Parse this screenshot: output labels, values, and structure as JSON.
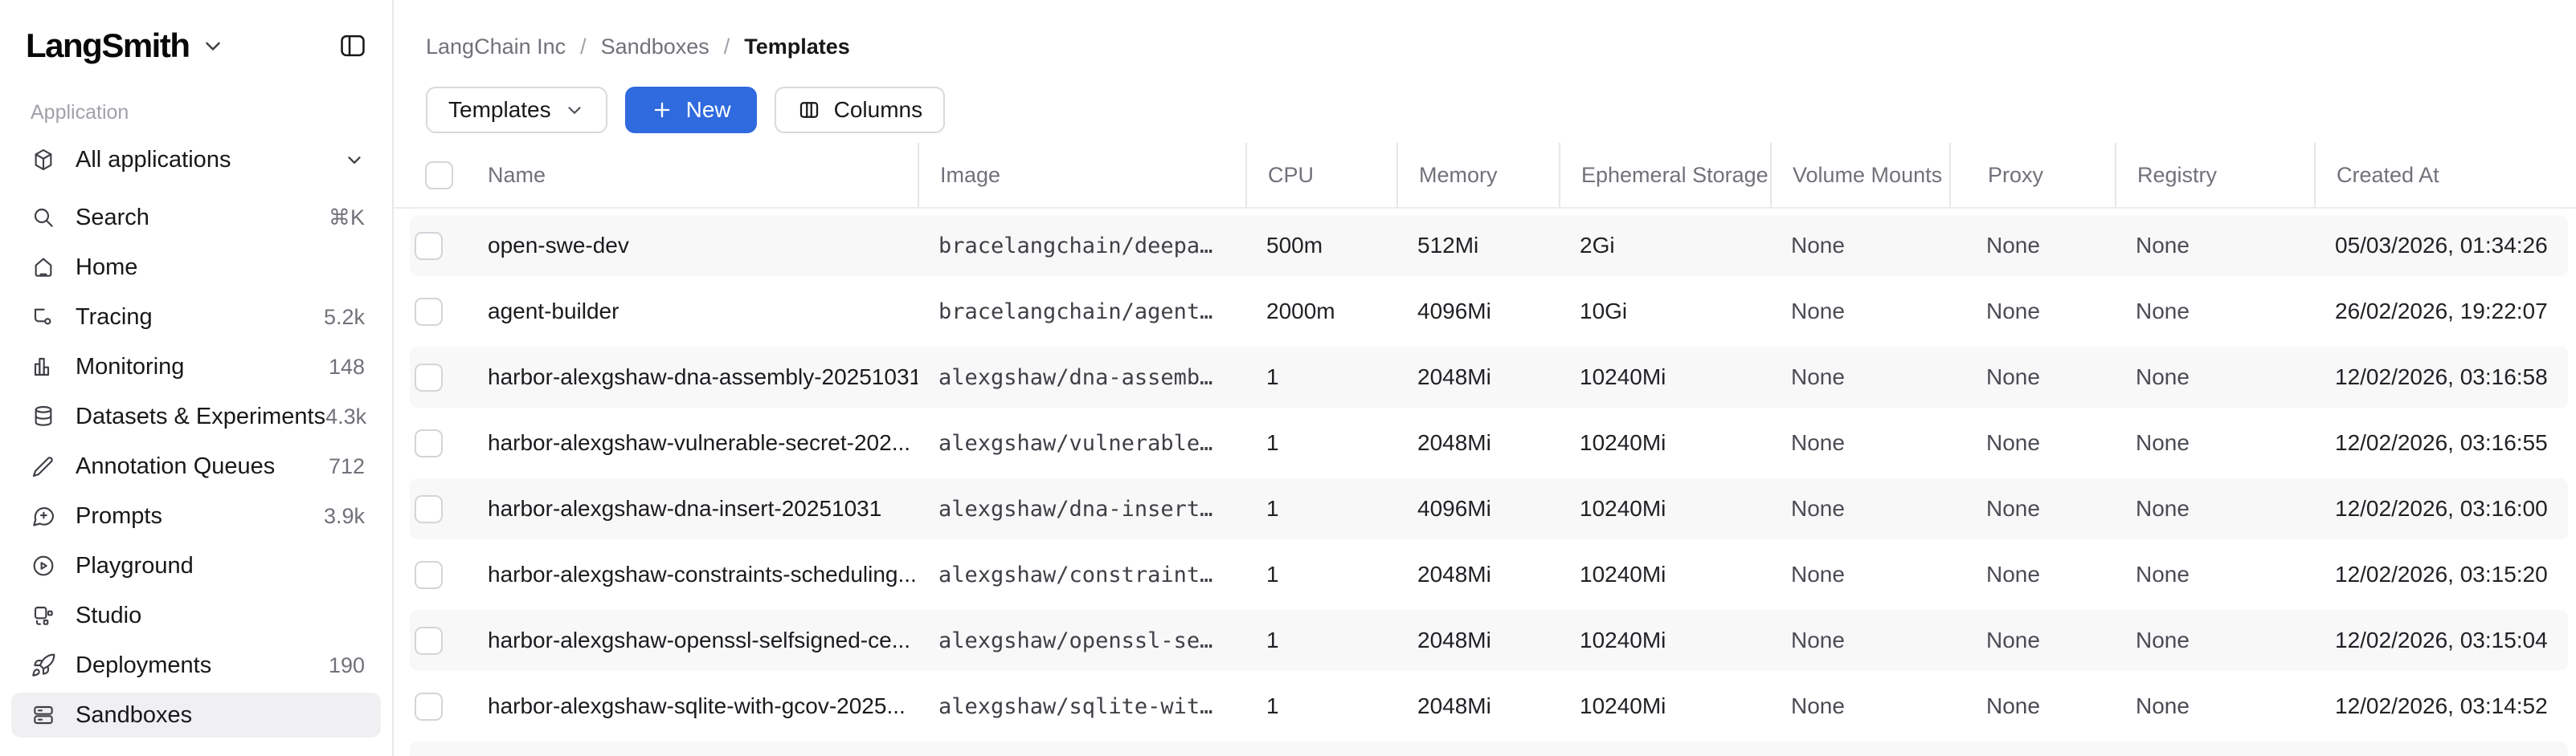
{
  "sidebar": {
    "logo_text": "LangSmith",
    "section_label": "Application",
    "items": [
      {
        "label": "All applications"
      },
      {
        "label": "Search",
        "shortcut": "⌘K"
      },
      {
        "label": "Home"
      },
      {
        "label": "Tracing",
        "count": "5.2k"
      },
      {
        "label": "Monitoring",
        "count": "148"
      },
      {
        "label": "Datasets & Experiments",
        "count": "4.3k"
      },
      {
        "label": "Annotation Queues",
        "count": "712"
      },
      {
        "label": "Prompts",
        "count": "3.9k"
      },
      {
        "label": "Playground"
      },
      {
        "label": "Studio"
      },
      {
        "label": "Deployments",
        "count": "190"
      },
      {
        "label": "Sandboxes",
        "active": true
      }
    ]
  },
  "breadcrumb": {
    "items": [
      "LangChain Inc",
      "Sandboxes",
      "Templates"
    ],
    "separator": "/"
  },
  "toolbar": {
    "view_selector_label": "Templates",
    "new_button_label": "New",
    "columns_button_label": "Columns"
  },
  "table": {
    "columns": [
      "Name",
      "Image",
      "CPU",
      "Memory",
      "Ephemeral Storage",
      "Volume Mounts",
      "Proxy",
      "Registry",
      "Created At"
    ],
    "rows": [
      {
        "name": "open-swe-dev",
        "image": "bracelangchain/deepa…",
        "cpu": "500m",
        "memory": "512Mi",
        "ephemeral_storage": "2Gi",
        "volume_mounts": "None",
        "proxy": "None",
        "registry": "None",
        "created_at": "05/03/2026, 01:34:26"
      },
      {
        "name": "agent-builder",
        "image": "bracelangchain/agent…",
        "cpu": "2000m",
        "memory": "4096Mi",
        "ephemeral_storage": "10Gi",
        "volume_mounts": "None",
        "proxy": "None",
        "registry": "None",
        "created_at": "26/02/2026, 19:22:07"
      },
      {
        "name": "harbor-alexgshaw-dna-assembly-20251031",
        "image": "alexgshaw/dna-assemb…",
        "cpu": "1",
        "memory": "2048Mi",
        "ephemeral_storage": "10240Mi",
        "volume_mounts": "None",
        "proxy": "None",
        "registry": "None",
        "created_at": "12/02/2026, 03:16:58"
      },
      {
        "name": "harbor-alexgshaw-vulnerable-secret-202...",
        "image": "alexgshaw/vulnerable…",
        "cpu": "1",
        "memory": "2048Mi",
        "ephemeral_storage": "10240Mi",
        "volume_mounts": "None",
        "proxy": "None",
        "registry": "None",
        "created_at": "12/02/2026, 03:16:55"
      },
      {
        "name": "harbor-alexgshaw-dna-insert-20251031",
        "image": "alexgshaw/dna-insert…",
        "cpu": "1",
        "memory": "4096Mi",
        "ephemeral_storage": "10240Mi",
        "volume_mounts": "None",
        "proxy": "None",
        "registry": "None",
        "created_at": "12/02/2026, 03:16:00"
      },
      {
        "name": "harbor-alexgshaw-constraints-scheduling...",
        "image": "alexgshaw/constraint…",
        "cpu": "1",
        "memory": "2048Mi",
        "ephemeral_storage": "10240Mi",
        "volume_mounts": "None",
        "proxy": "None",
        "registry": "None",
        "created_at": "12/02/2026, 03:15:20"
      },
      {
        "name": "harbor-alexgshaw-openssl-selfsigned-ce...",
        "image": "alexgshaw/openssl-se…",
        "cpu": "1",
        "memory": "2048Mi",
        "ephemeral_storage": "10240Mi",
        "volume_mounts": "None",
        "proxy": "None",
        "registry": "None",
        "created_at": "12/02/2026, 03:15:04"
      },
      {
        "name": "harbor-alexgshaw-sqlite-with-gcov-2025...",
        "image": "alexgshaw/sqlite-wit…",
        "cpu": "1",
        "memory": "2048Mi",
        "ephemeral_storage": "10240Mi",
        "volume_mounts": "None",
        "proxy": "None",
        "registry": "None",
        "created_at": "12/02/2026, 03:14:52"
      }
    ]
  },
  "colors": {
    "accent_blue": "#2f6ade",
    "row_stripe": "#f8f8f9",
    "active_item_bg": "#f0f0f2",
    "header_text": "#71717a"
  }
}
